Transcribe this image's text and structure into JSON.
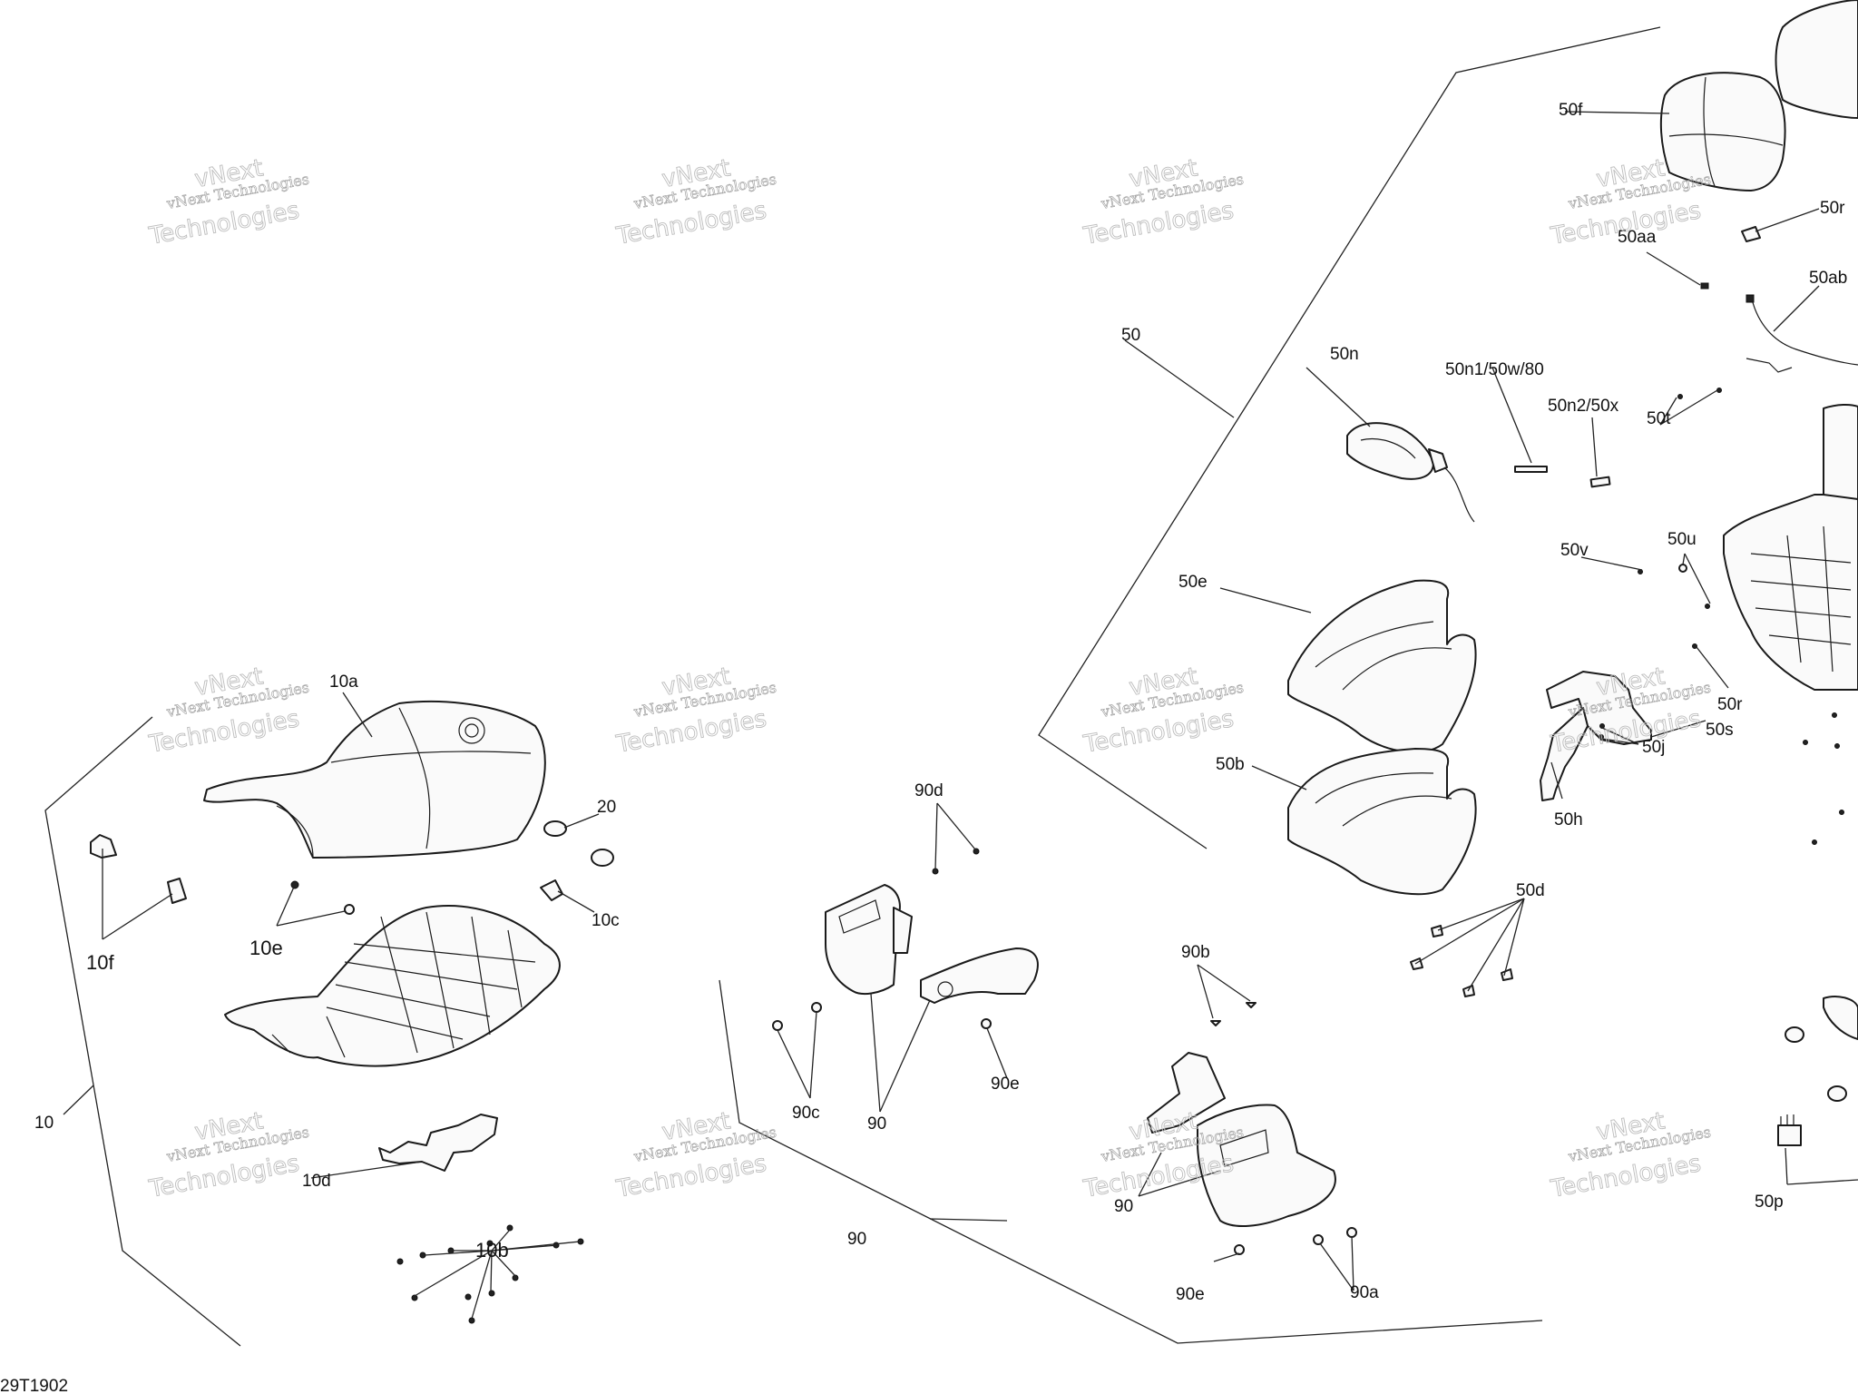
{
  "diagram_id": "29T1902",
  "watermark": {
    "line1": "vNext Technologies",
    "line2": "Technologies",
    "overlay": "vNext"
  },
  "callouts": {
    "c10": "10",
    "c10a": "10a",
    "c10b": "10b",
    "c10c": "10c",
    "c10d": "10d",
    "c10e": "10e",
    "c10f": "10f",
    "c20": "20",
    "c50": "50",
    "c50aa": "50aa",
    "c50ab": "50ab",
    "c50b": "50b",
    "c50d": "50d",
    "c50e": "50e",
    "c50f": "50f",
    "c50h": "50h",
    "c50j": "50j",
    "c50n": "50n",
    "c50n1": "50n1/50w/80",
    "c50n2": "50n2/50x",
    "c50p": "50p",
    "c50r_top": "50r",
    "c50r": "50r",
    "c50s": "50s",
    "c50t": "50t",
    "c50u": "50u",
    "c50v": "50v",
    "c90_lower": "90",
    "c90_mid": "90",
    "c90_right": "90",
    "c90a": "90a",
    "c90b": "90b",
    "c90c": "90c",
    "c90d": "90d",
    "c90e_mid": "90e",
    "c90e_bottom": "90e"
  }
}
